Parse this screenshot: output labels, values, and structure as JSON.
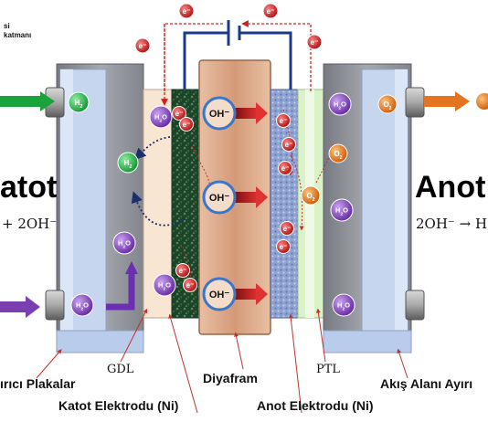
{
  "corner_lines": [
    "si",
    "katmanı"
  ],
  "side_titles": {
    "cathode": "atot",
    "anode": "Anot"
  },
  "equations": {
    "cathode": "+ 2OH⁻",
    "anode": "2OH⁻ → H"
  },
  "species": {
    "h2": "H2",
    "h2o": "H2O",
    "o2": "O2",
    "oh": "OH⁻",
    "electron": "e⁻"
  },
  "labels": {
    "gdl": "GDL",
    "ptl": "PTL",
    "diaphragm": "Diyafram",
    "bipolar_plates": "ırıcı Plakalar",
    "flow_field": "Akış Alanı Ayırı",
    "cathode_electrode": "Katot Elektrodu (Ni)",
    "anode_electrode": "Anot Elektrodu (Ni)"
  },
  "colors": {
    "plate": "#8f9399",
    "frame": "#c7d7ef",
    "gdl": "#f8e5d2",
    "cathode_electrode": "#1f4a2c",
    "diaphragm": "#dba98a",
    "anode_electrode": "#8fa3d0",
    "ptl": "#d8f2c6",
    "wire": "#1c3a8c",
    "electron": "#cc2222",
    "h2_arrow": "#1aa33a",
    "o2_arrow": "#e37520",
    "h2o": "#7a3fb0"
  }
}
